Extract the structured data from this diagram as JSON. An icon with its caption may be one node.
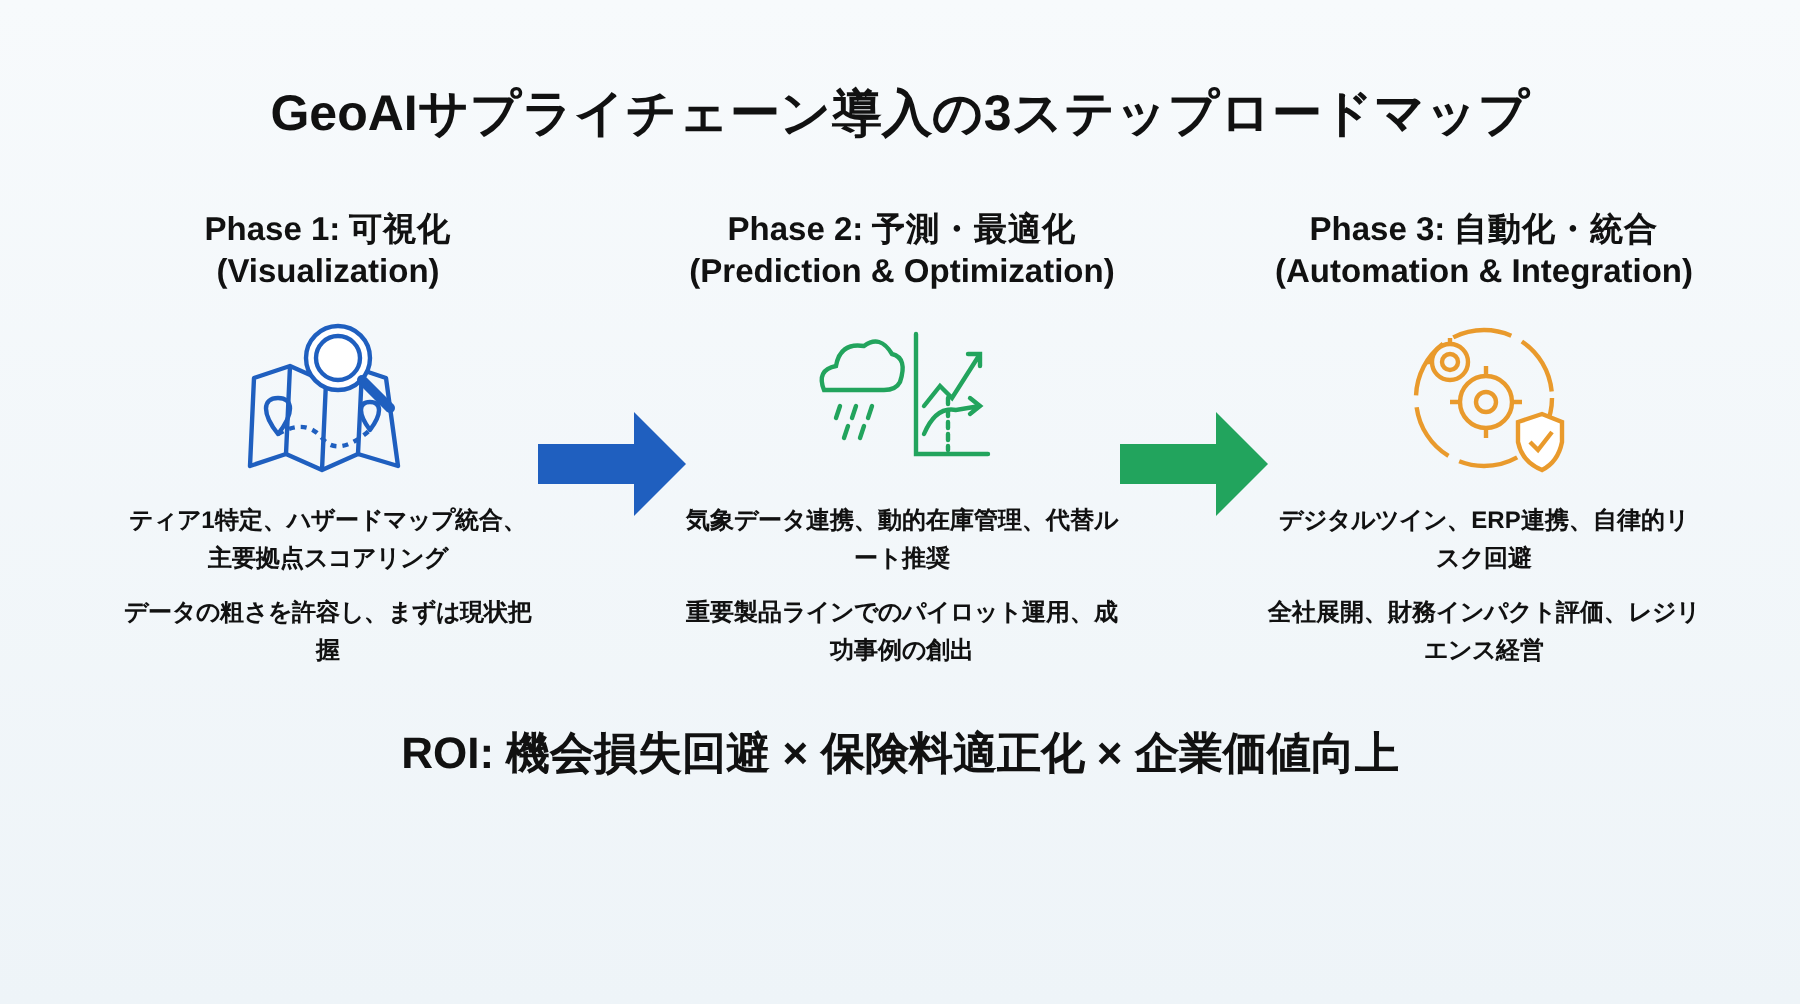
{
  "diagram": {
    "title": "GeoAIサプライチェーン導入の3ステップロードマップ",
    "nodes": [
      {
        "text": [
          "Phase 1: 可視化 (Visualization)",
          "ティア1特定、ハザードマップ統合、主要拠点スコアリング",
          "データの粗さを許容し、まずは現状把握"
        ]
      },
      {
        "text": [
          "Phase 2: 予測・最適化 (Prediction & Optimization)",
          "気象データ連携、動的在庫管理、代替ルート推奨",
          "重要製品ラインでのパイロット運用、成功事例の創出"
        ]
      },
      {
        "text": [
          "Phase 3: 自動化・統合 (Automation & Integration)",
          "デジタルツイン、ERP連携、自律的リスク回避",
          "全社展開、財務インパクト評価、レジリエンス経営"
        ]
      }
    ],
    "edges": [
      {
        "from": 0,
        "to": 1,
        "arrow": "to",
        "color": "#1f5fbf"
      },
      {
        "from": 1,
        "to": 2,
        "arrow": "to",
        "color": "#22a45d"
      }
    ],
    "labels": [
      "ROI: 機会損失回避 × 保険料適正化 × 企業価値向上"
    ]
  }
}
